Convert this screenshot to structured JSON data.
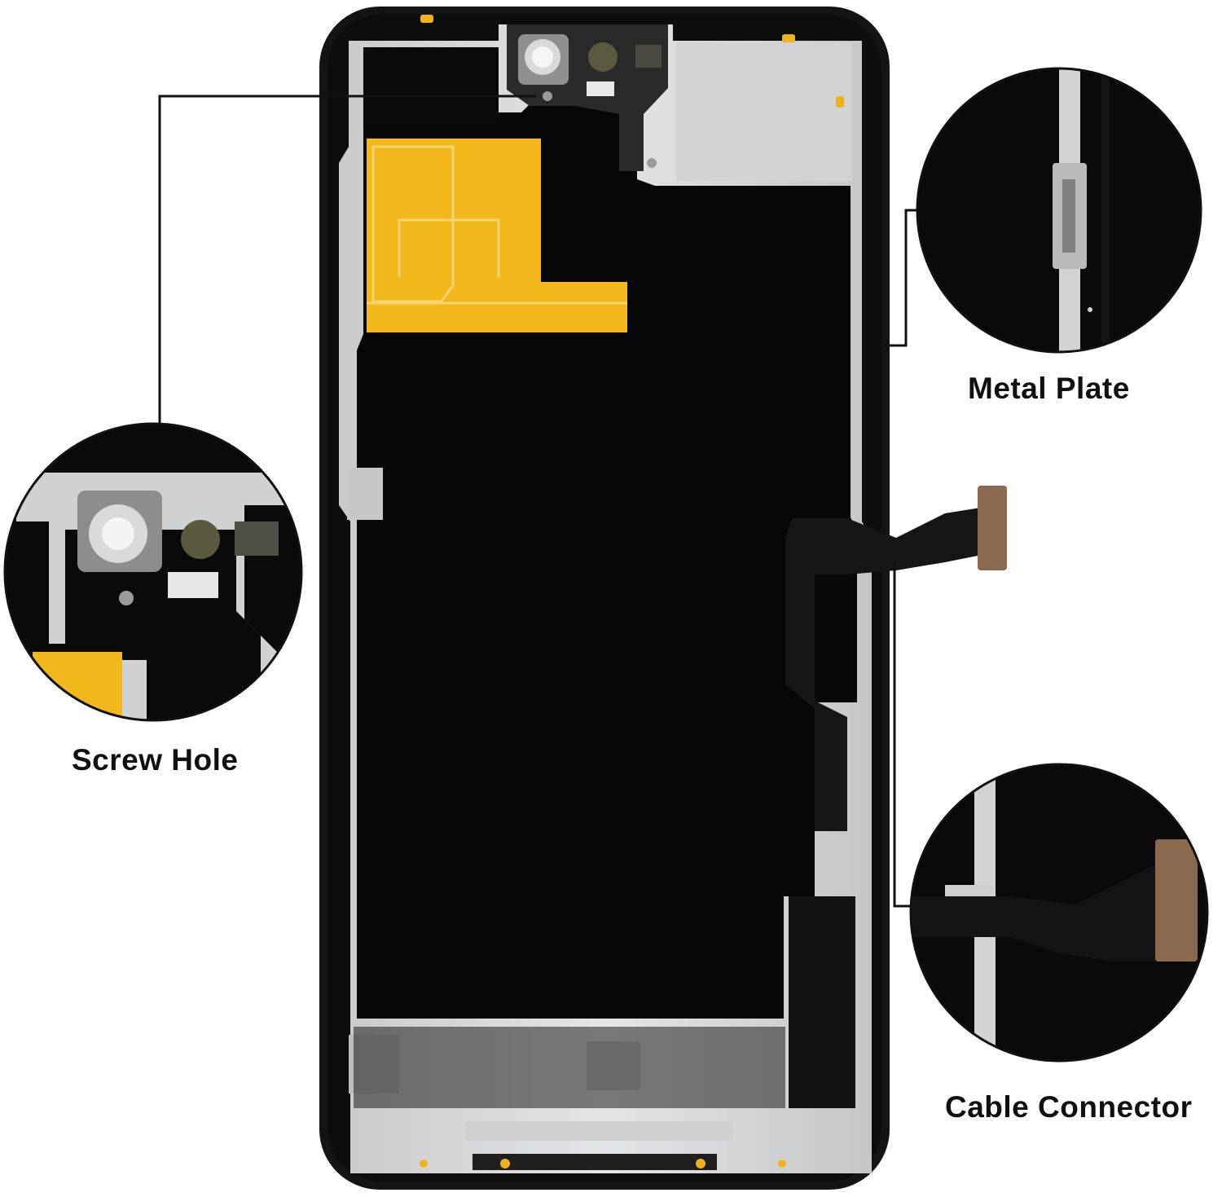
{
  "image": {
    "subject": "phone-display-assembly-back",
    "colors": {
      "background": "#ffffff",
      "frame": "#121212",
      "metal": "#d7d8da",
      "tape": "#f2b81c",
      "panel": "#080808",
      "flex_cable": "#151515",
      "connector": "#8a6a4e",
      "callout_line": "#111111"
    }
  },
  "callouts": [
    {
      "id": "screw-hole",
      "label": "Screw Hole"
    },
    {
      "id": "metal-plate",
      "label": "Metal Plate"
    },
    {
      "id": "cable-connector",
      "label": "Cable Connector"
    }
  ],
  "icons": [
    "screw-icon",
    "camera-lens-icon",
    "flex-connector-icon"
  ]
}
